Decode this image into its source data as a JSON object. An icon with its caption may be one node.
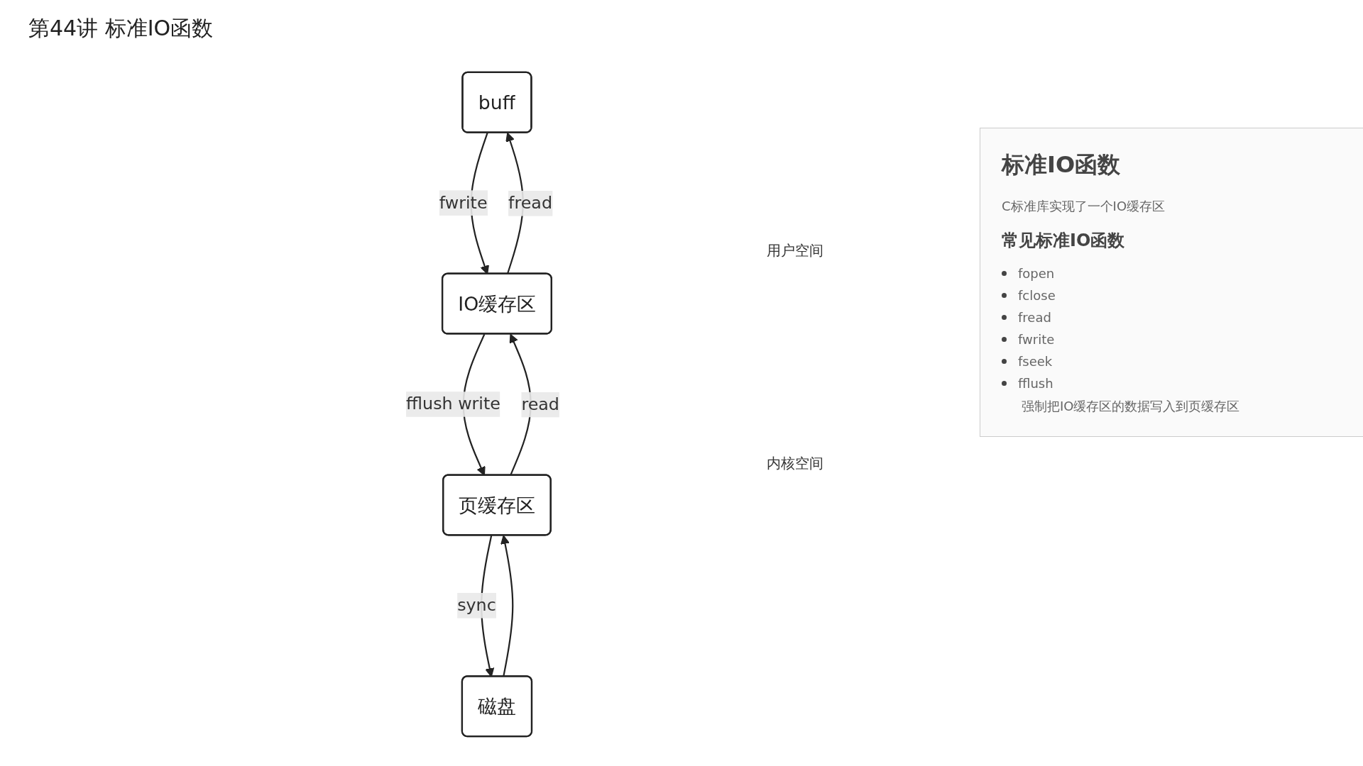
{
  "diagram": {
    "title": "第44讲 标准IO函数",
    "nodes": [
      {
        "text": [
          "buff"
        ]
      },
      {
        "text": [
          "IO缓存区"
        ]
      },
      {
        "text": [
          "页缓存区"
        ]
      },
      {
        "text": [
          "磁盘"
        ]
      }
    ],
    "edges": [
      {
        "from": 0,
        "to": 1,
        "arrow": "to",
        "label": "fwrite"
      },
      {
        "from": 1,
        "to": 0,
        "arrow": "to",
        "label": "fread"
      },
      {
        "from": 1,
        "to": 2,
        "arrow": "to",
        "label": "fflush write"
      },
      {
        "from": 2,
        "to": 1,
        "arrow": "to",
        "label": "read"
      },
      {
        "from": 2,
        "to": 3,
        "arrow": "to",
        "label": "sync"
      },
      {
        "from": 3,
        "to": 2,
        "arrow": "to"
      }
    ],
    "labels": [
      "用户空间",
      "内核空间",
      "标准IO函数",
      "C标准库实现了一个IO缓存区",
      "常见标准IO函数",
      "fopen",
      "fclose",
      "fread",
      "fwrite",
      "fseek",
      "fflush",
      "强制把IO缓存区的数据写入到页缓存区"
    ]
  }
}
